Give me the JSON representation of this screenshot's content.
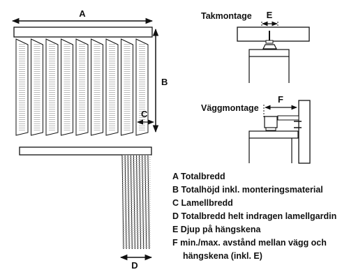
{
  "dimension_labels": {
    "A": "A",
    "B": "B",
    "C": "C",
    "D": "D",
    "E": "E",
    "F": "F"
  },
  "mount_titles": {
    "ceiling": "Takmontage",
    "wall": "Väggmontage"
  },
  "legend": [
    "A Totalbredd",
    "B Totalhöjd inkl. monteringsmaterial",
    "C Lamellbredd",
    "D Totalbredd helt indragen lamellgardin",
    "E Djup på hängskena",
    "F min./max. avstånd mellan vägg och",
    "hängskena (inkl. E)"
  ]
}
